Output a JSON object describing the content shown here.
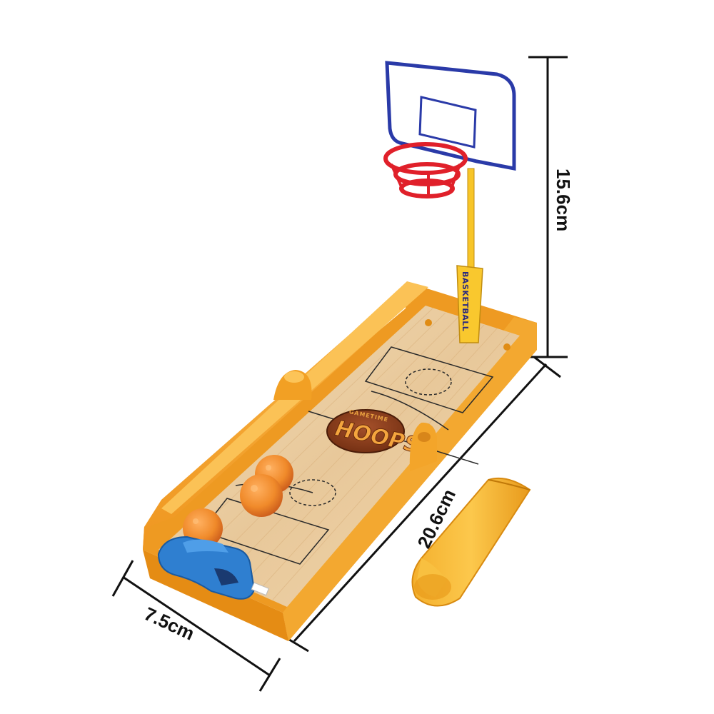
{
  "product": {
    "court_logo_top": "GAMETIME",
    "court_logo_main": "HOOPS",
    "pole_label": "BASKETBALL"
  },
  "dimensions": {
    "height": "15.6cm",
    "length": "20.6cm",
    "width": "7.5cm"
  },
  "colors": {
    "frame_orange": "#f7a52d",
    "floor_wood": "#eed4ae",
    "backboard_blue": "#2a3aa8",
    "hoop_red": "#e0202a",
    "launcher_blue": "#2f7fd0",
    "ball_orange": "#f08a2a"
  }
}
